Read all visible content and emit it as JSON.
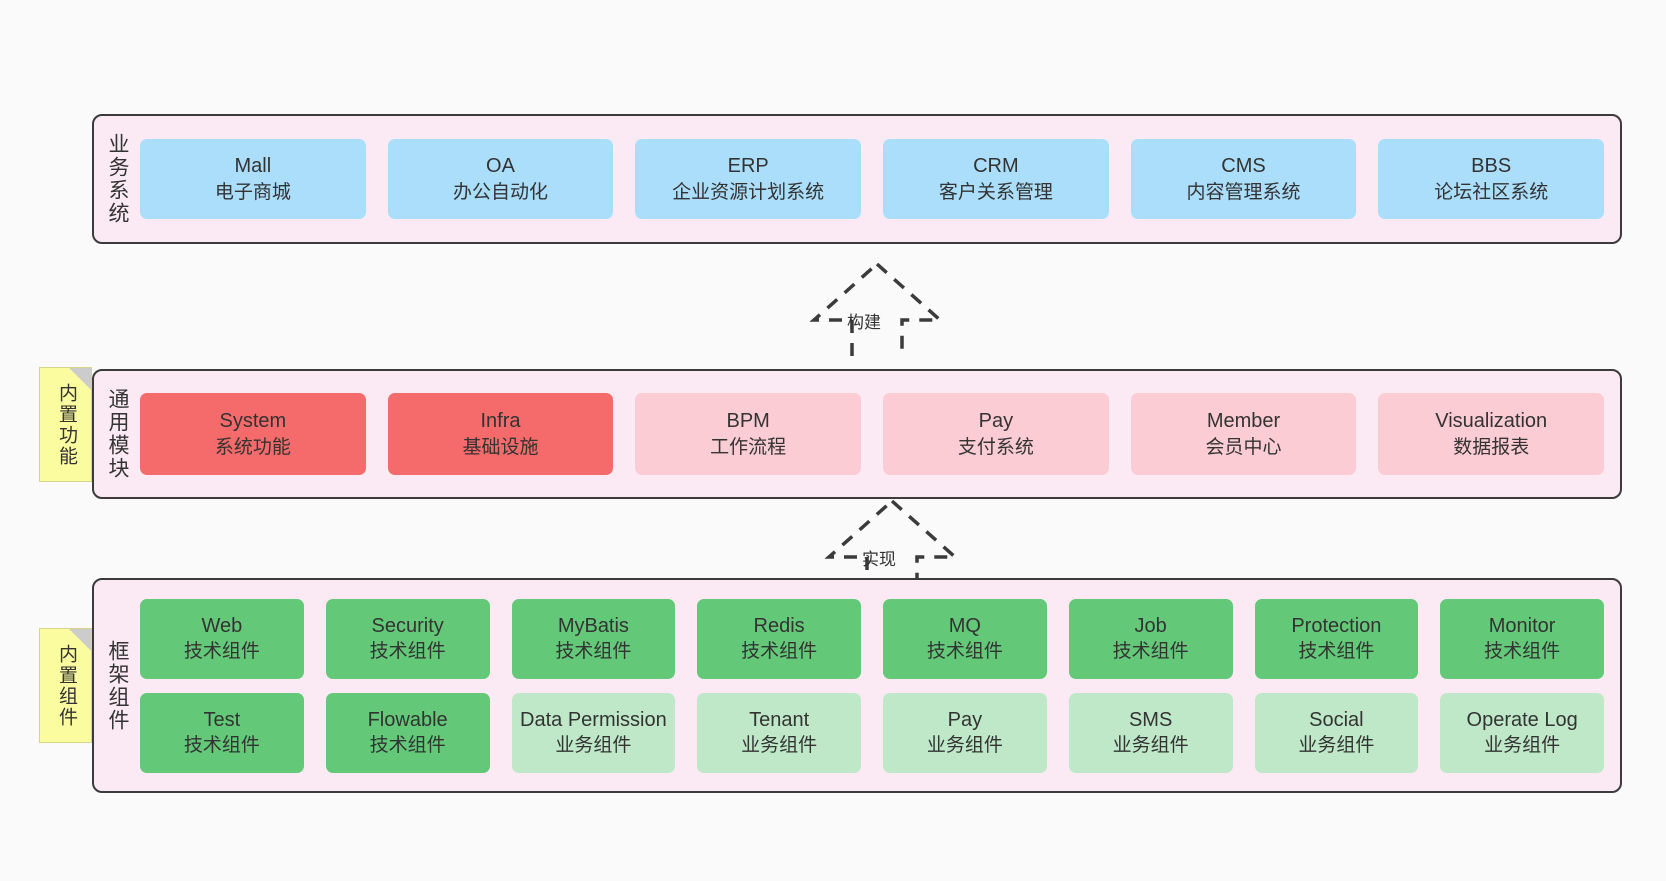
{
  "diagram": {
    "background": "#fafafa",
    "layer_fill": "#fbeaf4",
    "layer_border": "#3b3b3b",
    "note_fill": "#fbfba0",
    "colors": {
      "blue": "#abdefb",
      "red": "#f56a6a",
      "pink": "#fbccd3",
      "green": "#63c978",
      "green_light": "#bfe8c8"
    }
  },
  "layers": [
    {
      "key": "business",
      "label": "业务系统",
      "rows": [
        {
          "cards": [
            {
              "title": "Mall",
              "subtitle": "电子商城",
              "style": "blue"
            },
            {
              "title": "OA",
              "subtitle": "办公自动化",
              "style": "blue"
            },
            {
              "title": "ERP",
              "subtitle": "企业资源计划系统",
              "style": "blue"
            },
            {
              "title": "CRM",
              "subtitle": "客户关系管理",
              "style": "blue"
            },
            {
              "title": "CMS",
              "subtitle": "内容管理系统",
              "style": "blue"
            },
            {
              "title": "BBS",
              "subtitle": "论坛社区系统",
              "style": "blue"
            }
          ]
        }
      ]
    },
    {
      "key": "common",
      "label": "通用模块",
      "note": "内置功能",
      "rows": [
        {
          "cards": [
            {
              "title": "System",
              "subtitle": "系统功能",
              "style": "red"
            },
            {
              "title": "Infra",
              "subtitle": "基础设施",
              "style": "red"
            },
            {
              "title": "BPM",
              "subtitle": "工作流程",
              "style": "pink"
            },
            {
              "title": "Pay",
              "subtitle": "支付系统",
              "style": "pink"
            },
            {
              "title": "Member",
              "subtitle": "会员中心",
              "style": "pink"
            },
            {
              "title": "Visualization",
              "subtitle": "数据报表",
              "style": "pink"
            }
          ]
        }
      ]
    },
    {
      "key": "framework",
      "label": "框架组件",
      "note": "内置组件",
      "rows": [
        {
          "cards": [
            {
              "title": "Web",
              "subtitle": "技术组件",
              "style": "green"
            },
            {
              "title": "Security",
              "subtitle": "技术组件",
              "style": "green"
            },
            {
              "title": "MyBatis",
              "subtitle": "技术组件",
              "style": "green"
            },
            {
              "title": "Redis",
              "subtitle": "技术组件",
              "style": "green"
            },
            {
              "title": "MQ",
              "subtitle": "技术组件",
              "style": "green"
            },
            {
              "title": "Job",
              "subtitle": "技术组件",
              "style": "green"
            },
            {
              "title": "Protection",
              "subtitle": "技术组件",
              "style": "green"
            },
            {
              "title": "Monitor",
              "subtitle": "技术组件",
              "style": "green"
            }
          ]
        },
        {
          "cards": [
            {
              "title": "Test",
              "subtitle": "技术组件",
              "style": "green"
            },
            {
              "title": "Flowable",
              "subtitle": "技术组件",
              "style": "green"
            },
            {
              "title": "Data Permission",
              "subtitle": "业务组件",
              "style": "green-light"
            },
            {
              "title": "Tenant",
              "subtitle": "业务组件",
              "style": "green-light"
            },
            {
              "title": "Pay",
              "subtitle": "业务组件",
              "style": "green-light"
            },
            {
              "title": "SMS",
              "subtitle": "业务组件",
              "style": "green-light"
            },
            {
              "title": "Social",
              "subtitle": "业务组件",
              "style": "green-light"
            },
            {
              "title": "Operate Log",
              "subtitle": "业务组件",
              "style": "green-light"
            }
          ]
        }
      ]
    }
  ],
  "connectors": [
    {
      "key": "build",
      "label": "构建"
    },
    {
      "key": "implement",
      "label": "实现"
    }
  ]
}
